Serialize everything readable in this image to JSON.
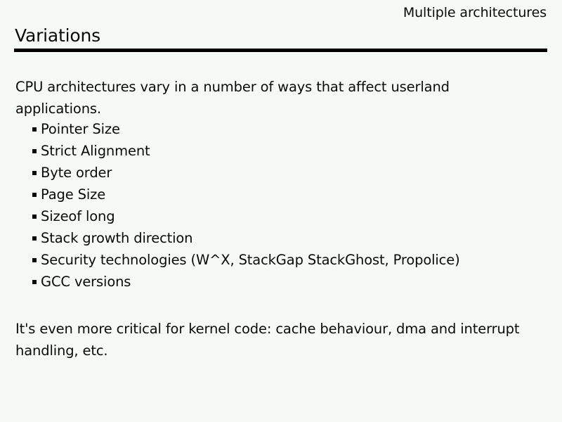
{
  "slide": {
    "kicker": "Multiple architectures",
    "title": "Variations",
    "background_color": "#f5faf7",
    "text_color": "#0a0a0a",
    "rule_color": "#000000"
  },
  "body": {
    "intro_paragraph": "CPU architectures vary in a number of ways that affect userland applications.",
    "bullets": [
      {
        "label": "Pointer Size"
      },
      {
        "label": "Strict Alignment"
      },
      {
        "label": "Byte order"
      },
      {
        "label": "Page Size"
      },
      {
        "label": "Sizeof long"
      },
      {
        "label": "Stack growth direction"
      },
      {
        "label": "Security technologies (W^X, StackGap StackGhost, Propolice)"
      },
      {
        "label": "GCC versions"
      }
    ],
    "closing_paragraph": "It's even more critical for kernel code: cache behaviour, dma and interrupt handling, etc."
  }
}
